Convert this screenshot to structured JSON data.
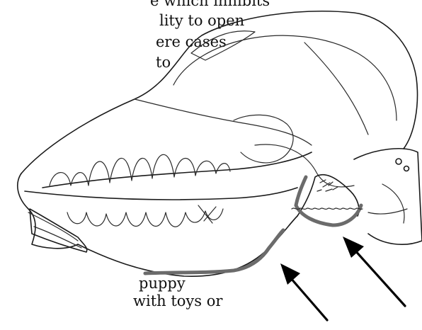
{
  "text_fragments": {
    "line1": "e which inhibits",
    "line2": "lity to open",
    "line3": "ere cases",
    "line4": "to",
    "line5": "puppy",
    "line6": "with toys or"
  },
  "figure": {
    "subject": "skull-illustration",
    "highlight_color": "#6b6b6b",
    "arrow_color": "#000000",
    "arrow_count": 2
  }
}
